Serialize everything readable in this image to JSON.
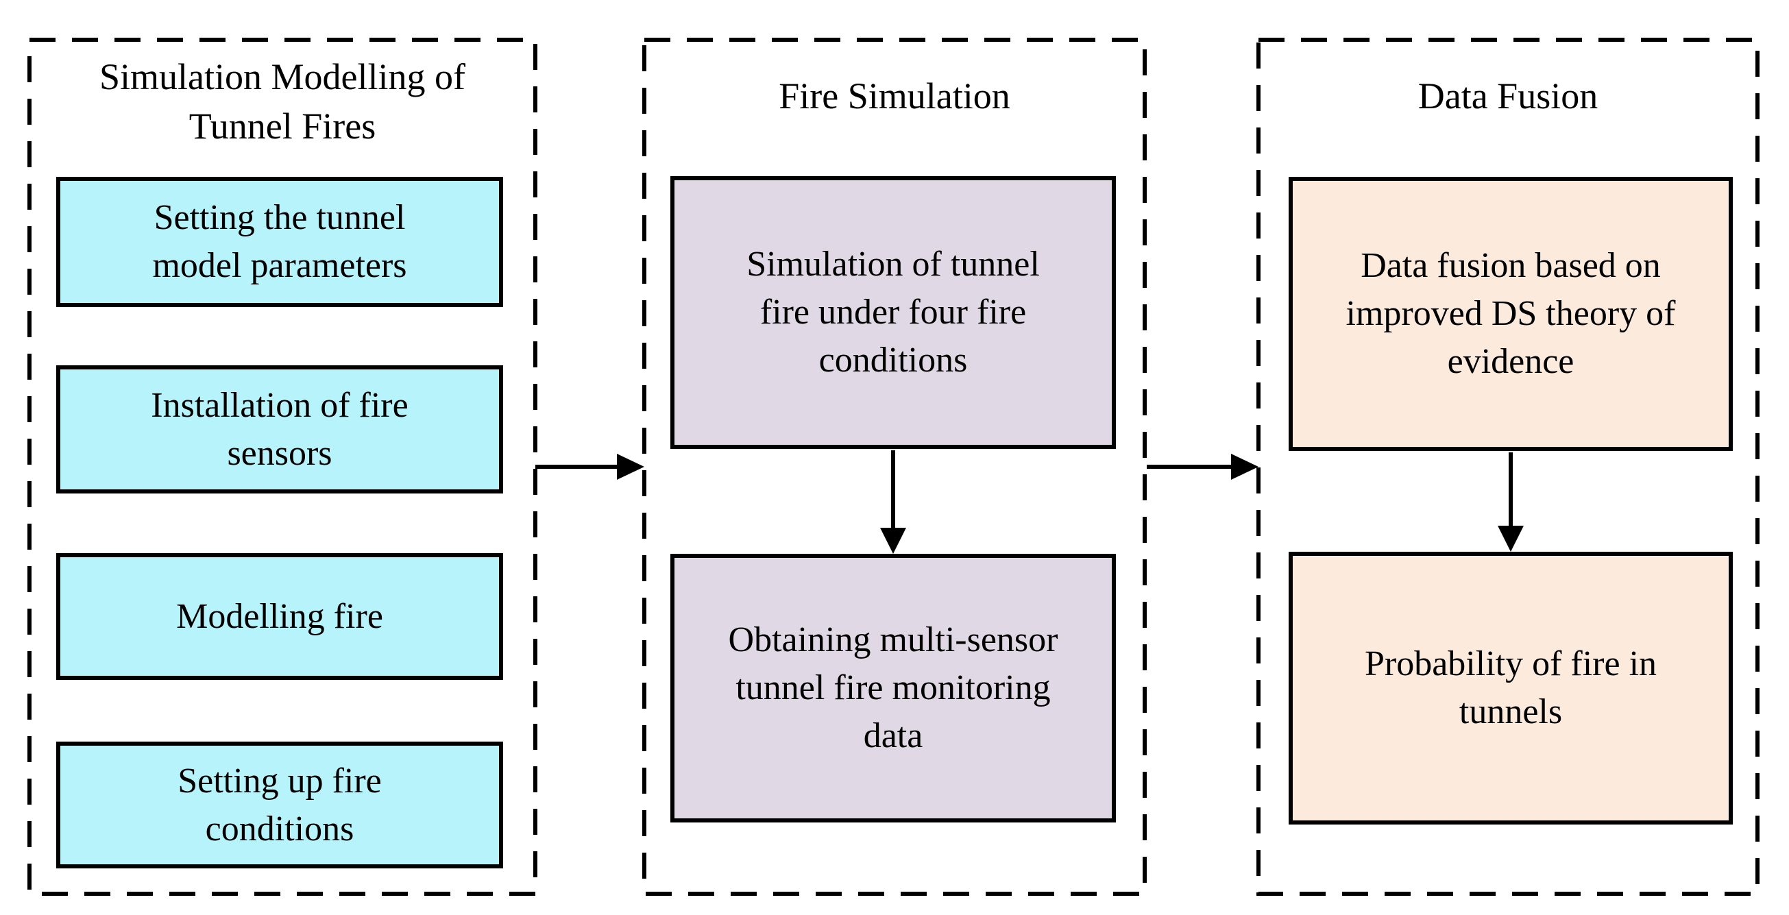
{
  "diagram": {
    "background": "#FFFFFF",
    "border_color": "#000000",
    "columns": [
      {
        "title": "Simulation Modelling of\nTunnel Fires",
        "box_fill": "#B6F3FA",
        "boxes": [
          "Setting the tunnel\nmodel parameters",
          "Installation of fire\nsensors",
          "Modelling fire",
          "Setting up fire\nconditions"
        ]
      },
      {
        "title": "Fire Simulation",
        "box_fill": "#E0D8E4",
        "boxes": [
          "Simulation of tunnel\nfire under four fire\nconditions",
          "Obtaining multi-sensor\ntunnel fire monitoring\ndata"
        ]
      },
      {
        "title": "Data Fusion",
        "box_fill": "#FCEADC",
        "boxes": [
          "Data fusion based on\nimproved DS theory of\nevidence",
          "Probability of fire in\ntunnels"
        ]
      }
    ]
  }
}
